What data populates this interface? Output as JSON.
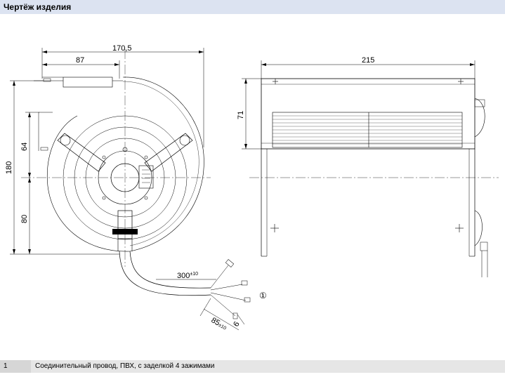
{
  "header": {
    "title": "Чертёж изделия"
  },
  "drawing": {
    "dims": {
      "d170": "170,5",
      "d87": "87",
      "d215": "215",
      "d71": "71",
      "d180": "180",
      "d64": "64",
      "d80": "80",
      "d300": "300",
      "d300_tol": "±10",
      "d85": "85",
      "d85_tol": "±10",
      "d6": "6"
    },
    "callout": "①"
  },
  "legend": {
    "items": [
      {
        "num": "1",
        "text": "Соединительный провод, ПВХ, с заделкой 4 зажимами"
      }
    ]
  }
}
